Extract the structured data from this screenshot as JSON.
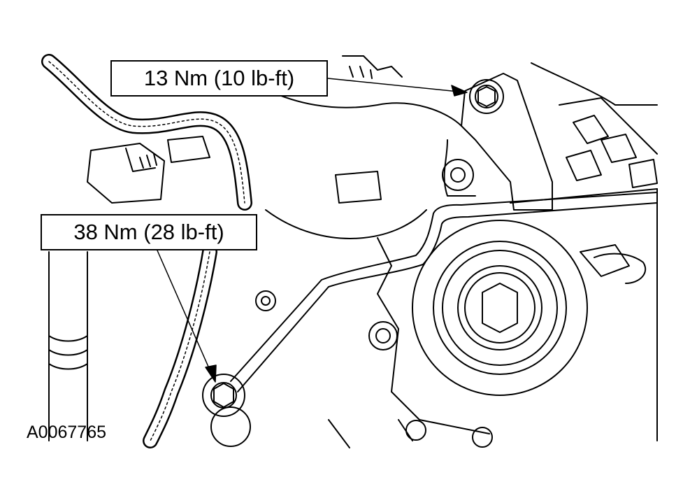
{
  "callouts": {
    "upper_bolt_torque": "13 Nm (10 lb-ft)",
    "lower_bolt_torque": "38 Nm (28 lb-ft)"
  },
  "figure_id": "A0067765",
  "colors": {
    "line": "#000000",
    "background": "#ffffff"
  }
}
